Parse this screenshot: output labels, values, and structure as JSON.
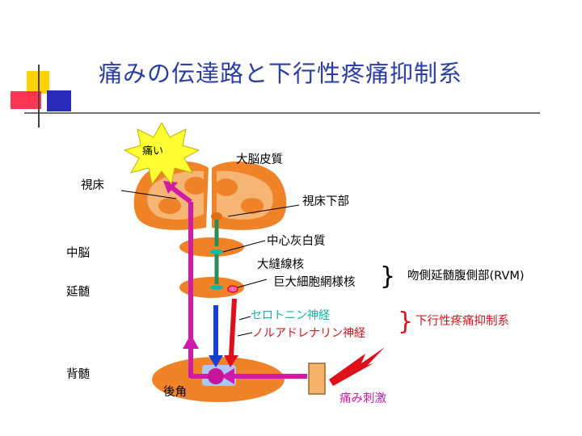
{
  "title": "痛みの伝達路と下行性疼痛抑制系",
  "labels": {
    "pain": "痛い",
    "cortex": "大脳皮質",
    "thalamus": "視床",
    "hypothalamus": "視床下部",
    "pag": "中心灰白質",
    "midbrain": "中脳",
    "raphe": "大縫線核",
    "giganto": "巨大細胞網様核",
    "rvm": "吻側延髄腹側部(RVM)",
    "medulla": "延髄",
    "serotonin": "セロトニン神経",
    "noradrenaline": "ノルアドレナリン神経",
    "descending": "下行性疼痛抑制系",
    "spinal": "背髄",
    "dorsal_horn": "後角",
    "stimulus": "痛み刺激"
  },
  "colors": {
    "title": "#2a3fa8",
    "brain": "#f08228",
    "brain_light": "#f7b573",
    "ascending": "#d21aa8",
    "serotonin": "#1a3fd0",
    "noradrenaline": "#e0101a",
    "green": "#2e8b57",
    "teal": "#11b7a8"
  }
}
